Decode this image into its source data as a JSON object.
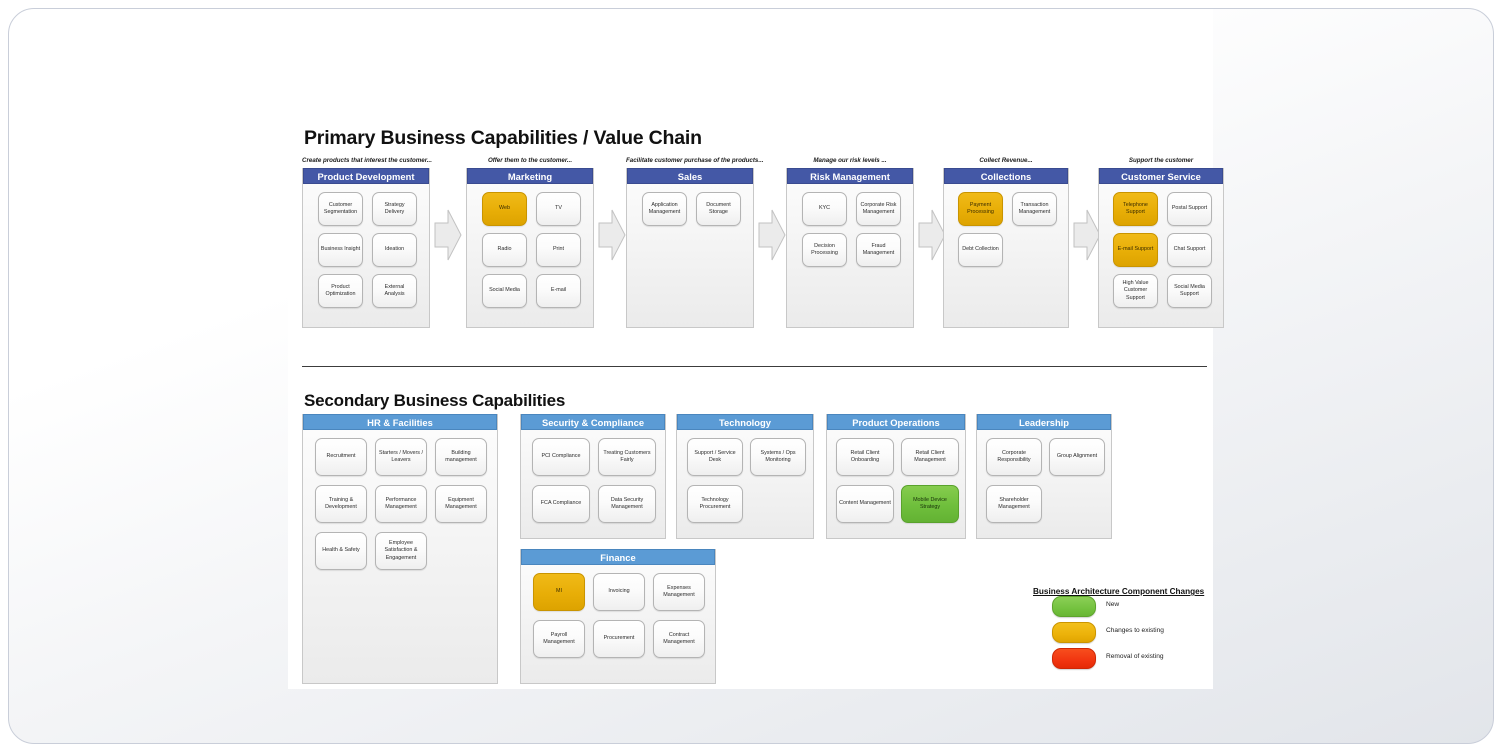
{
  "primary": {
    "title": "Primary Business Capabilities / Value Chain",
    "stages": [
      {
        "caption": "Create products that interest the customer...",
        "name": "Product Development",
        "capabilities": [
          {
            "label": "Customer Segmentation",
            "state": "none"
          },
          {
            "label": "Strategy Delivery",
            "state": "none"
          },
          {
            "label": "Business Insight",
            "state": "none"
          },
          {
            "label": "Ideation",
            "state": "none"
          },
          {
            "label": "Product Optimization",
            "state": "none"
          },
          {
            "label": "External Analysis",
            "state": "none"
          }
        ]
      },
      {
        "caption": "Offer them to the customer...",
        "name": "Marketing",
        "capabilities": [
          {
            "label": "Web",
            "state": "amber"
          },
          {
            "label": "TV",
            "state": "none"
          },
          {
            "label": "Radio",
            "state": "none"
          },
          {
            "label": "Print",
            "state": "none"
          },
          {
            "label": "Social Media",
            "state": "none"
          },
          {
            "label": "E-mail",
            "state": "none"
          }
        ]
      },
      {
        "caption": "Facilitate customer purchase of the products...",
        "name": "Sales",
        "capabilities": [
          {
            "label": "Application Management",
            "state": "none"
          },
          {
            "label": "Document Storage",
            "state": "none"
          }
        ]
      },
      {
        "caption": "Manage our risk levels ...",
        "name": "Risk Management",
        "capabilities": [
          {
            "label": "KYC",
            "state": "none"
          },
          {
            "label": "Corporate Risk Management",
            "state": "none"
          },
          {
            "label": "Decision Processing",
            "state": "none"
          },
          {
            "label": "Fraud Management",
            "state": "none"
          }
        ]
      },
      {
        "caption": "Collect Revenue...",
        "name": "Collections",
        "capabilities": [
          {
            "label": "Payment Processing",
            "state": "amber"
          },
          {
            "label": "Transaction Management",
            "state": "none"
          },
          {
            "label": "Debt Collection",
            "state": "none"
          }
        ]
      },
      {
        "caption": "Support the customer",
        "name": "Customer Service",
        "capabilities": [
          {
            "label": "Telephone Support",
            "state": "amber"
          },
          {
            "label": "Postal Support",
            "state": "none"
          },
          {
            "label": "E-mail Support",
            "state": "amber"
          },
          {
            "label": "Chat Support",
            "state": "none"
          },
          {
            "label": "High Value Customer Support",
            "state": "none"
          },
          {
            "label": "Social Media Support",
            "state": "none"
          }
        ]
      }
    ]
  },
  "secondary": {
    "title": "Secondary Business Capabilities",
    "panels": [
      {
        "name": "HR & Facilities",
        "capabilities": [
          {
            "label": "Recruitment",
            "state": "none"
          },
          {
            "label": "Starters / Movers / Leavers",
            "state": "none"
          },
          {
            "label": "Building management",
            "state": "none"
          },
          {
            "label": "Training & Development",
            "state": "none"
          },
          {
            "label": "Performance Management",
            "state": "none"
          },
          {
            "label": "Equipment Management",
            "state": "none"
          },
          {
            "label": "Health & Safety",
            "state": "none"
          },
          {
            "label": "Employee Satisfaction & Engagement",
            "state": "none"
          }
        ]
      },
      {
        "name": "Security & Compliance",
        "capabilities": [
          {
            "label": "PCI Compliance",
            "state": "none"
          },
          {
            "label": "Treating Customers Fairly",
            "state": "none"
          },
          {
            "label": "FCA Compliance",
            "state": "none"
          },
          {
            "label": "Data Security Management",
            "state": "none"
          }
        ]
      },
      {
        "name": "Technology",
        "capabilities": [
          {
            "label": "Support / Service Desk",
            "state": "none"
          },
          {
            "label": "Systems / Ops Monitoring",
            "state": "none"
          },
          {
            "label": "Technology Procurement",
            "state": "none"
          }
        ]
      },
      {
        "name": "Product Operations",
        "capabilities": [
          {
            "label": "Retail Client Onboarding",
            "state": "none"
          },
          {
            "label": "Retail Client Management",
            "state": "none"
          },
          {
            "label": "Content Management",
            "state": "none"
          },
          {
            "label": "Mobile Device Strategy",
            "state": "green"
          }
        ]
      },
      {
        "name": "Leadership",
        "capabilities": [
          {
            "label": "Corporate Responsibility",
            "state": "none"
          },
          {
            "label": "Group Alignment",
            "state": "none"
          },
          {
            "label": "Shareholder Management",
            "state": "none"
          }
        ]
      },
      {
        "name": "Finance",
        "capabilities": [
          {
            "label": "MI",
            "state": "amber"
          },
          {
            "label": "Invoicing",
            "state": "none"
          },
          {
            "label": "Expenses Management",
            "state": "none"
          },
          {
            "label": "Payroll Management",
            "state": "none"
          },
          {
            "label": "Procurement",
            "state": "none"
          },
          {
            "label": "Contract Management",
            "state": "none"
          }
        ]
      }
    ]
  },
  "legend": {
    "title": "Business Architecture Component Changes",
    "items": [
      {
        "label": "New",
        "state": "green",
        "color": "#74c23f"
      },
      {
        "label": "Changes to existing",
        "state": "amber",
        "color": "#ecb20a"
      },
      {
        "label": "Removal of existing",
        "state": "red",
        "color": "#f13510"
      }
    ]
  }
}
